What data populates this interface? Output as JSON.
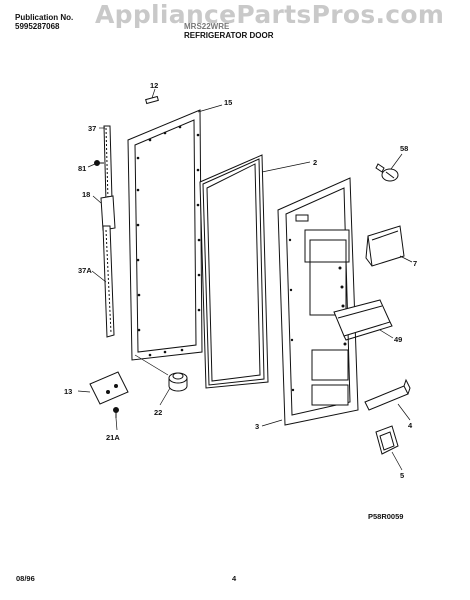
{
  "header": {
    "publication_label": "Publication No.",
    "publication_number": "5995287068",
    "model": "MRS22WRE",
    "section_title": "REFRIGERATOR DOOR"
  },
  "watermark": "AppliancePartsPros.com",
  "parts": [
    {
      "id": "12"
    },
    {
      "id": "15"
    },
    {
      "id": "37"
    },
    {
      "id": "81"
    },
    {
      "id": "18"
    },
    {
      "id": "37A"
    },
    {
      "id": "2"
    },
    {
      "id": "58"
    },
    {
      "id": "7"
    },
    {
      "id": "49"
    },
    {
      "id": "13"
    },
    {
      "id": "22"
    },
    {
      "id": "21A"
    },
    {
      "id": "3"
    },
    {
      "id": "4"
    },
    {
      "id": "5"
    }
  ],
  "figure_code": "P58R0059",
  "footer": {
    "date": "08/96",
    "page": "4"
  }
}
